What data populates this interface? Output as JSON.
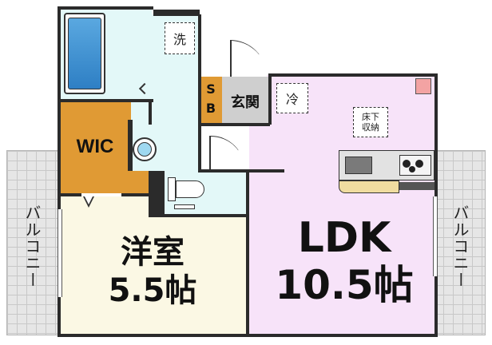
{
  "rooms": {
    "western_room": {
      "name": "洋室",
      "size": "5.5帖"
    },
    "ldk": {
      "name": "LDK",
      "size": "10.5帖"
    },
    "wic": {
      "name": "WIC"
    },
    "entrance": {
      "name": "玄関"
    },
    "shoebox": {
      "name_top": "S",
      "name_bottom": "B"
    }
  },
  "fixtures": {
    "washer": "洗",
    "fridge": "冷",
    "underfloor_top": "床下",
    "underfloor_bottom": "収納"
  },
  "balcony": {
    "left": "バルコニー",
    "right": "バルコニー"
  },
  "colors": {
    "ldk_floor": "#f7e3f9",
    "western_floor": "#fbf8e4",
    "wic_floor": "#e09a34",
    "wet_area": "#e3f8f8",
    "entrance_floor": "#cfcfcf",
    "balcony": "#e6e6e6",
    "wall": "#2b2b2b"
  }
}
